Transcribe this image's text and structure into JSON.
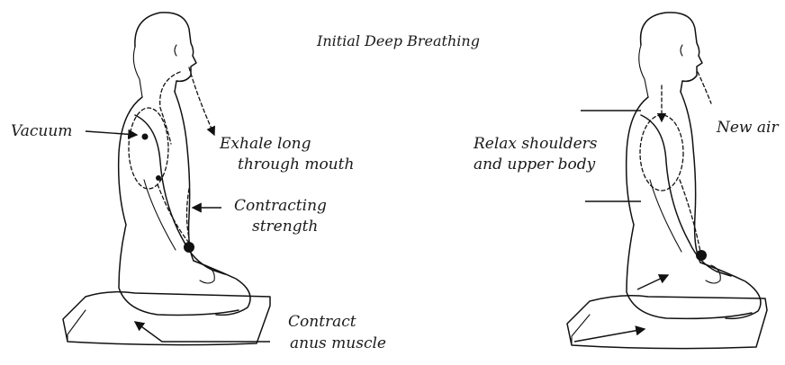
{
  "title": "Initial Deep Breathing",
  "left_figure": {
    "labels": {
      "vacuum": "Vacuum",
      "exhale_1": "Exhale long",
      "exhale_2": "through mouth",
      "contracting_1": "Contracting",
      "contracting_2": "strength",
      "contract_1": "Contract",
      "contract_2": "anus muscle"
    }
  },
  "right_figure": {
    "labels": {
      "relax_1": "Relax shoulders",
      "relax_2": "and upper body",
      "new_air": "New air"
    }
  },
  "colors": {
    "ink": "#111111",
    "paper": "#ffffff"
  }
}
